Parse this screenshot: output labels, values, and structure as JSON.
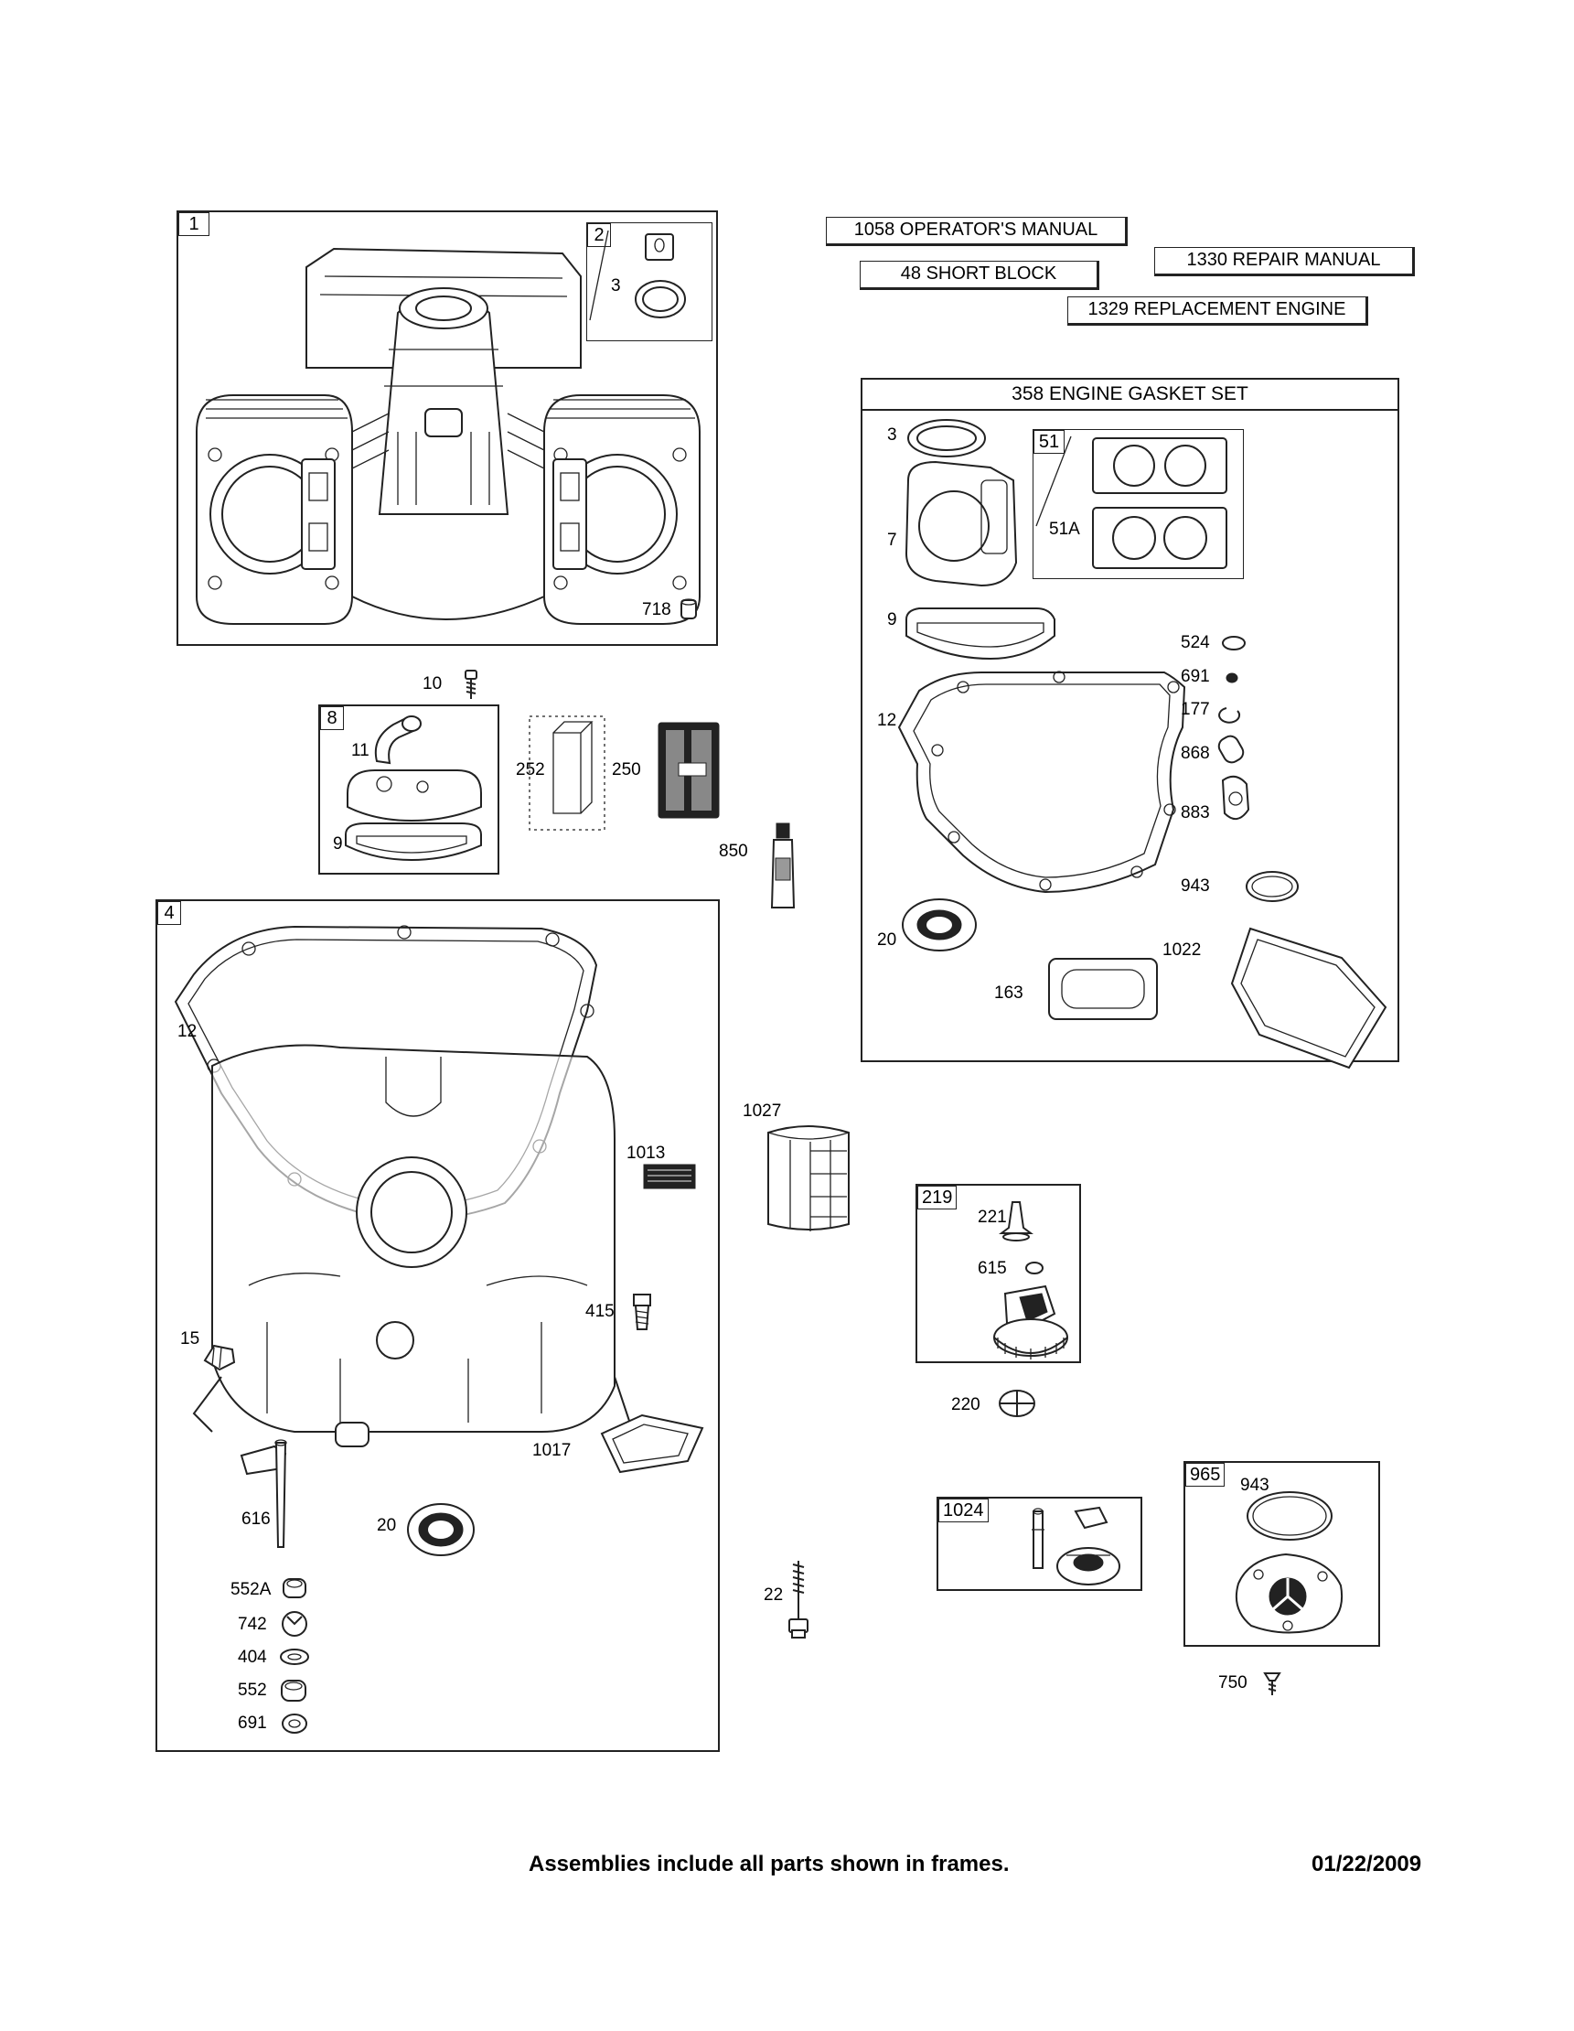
{
  "manuals": {
    "operators_manual": "1058 OPERATOR'S MANUAL",
    "short_block": "48 SHORT BLOCK",
    "repair_manual": "1330 REPAIR MANUAL",
    "replacement_engine": "1329 REPLACEMENT ENGINE"
  },
  "frame1": {
    "tag": "1",
    "subframe_tag": "2",
    "labels": {
      "p3": "3",
      "p718": "718"
    }
  },
  "frame8": {
    "tag": "8",
    "labels": {
      "p10": "10",
      "p11": "11",
      "p9": "9",
      "p252": "252",
      "p250": "250",
      "p850": "850"
    }
  },
  "gasket_set": {
    "title": "358 ENGINE GASKET SET",
    "subframe_tag": "51",
    "labels": {
      "p3": "3",
      "p7": "7",
      "p51a": "51A",
      "p9": "9",
      "p12": "12",
      "p20": "20",
      "p163": "163",
      "p524": "524",
      "p691": "691",
      "p177": "177",
      "p868": "868",
      "p883": "883",
      "p943": "943",
      "p1022": "1022"
    }
  },
  "frame4": {
    "tag": "4",
    "labels": {
      "p12": "12",
      "p1013": "1013",
      "p415": "415",
      "p15": "15",
      "p1017": "1017",
      "p616": "616",
      "p20": "20",
      "p552a": "552A",
      "p742": "742",
      "p404": "404",
      "p552": "552",
      "p691": "691"
    }
  },
  "loose": {
    "p1027": "1027",
    "p22": "22",
    "p220": "220",
    "p750": "750"
  },
  "frame219": {
    "tag": "219",
    "labels": {
      "p221": "221",
      "p615": "615"
    }
  },
  "frame1024": {
    "tag": "1024"
  },
  "frame965": {
    "tag": "965",
    "labels": {
      "p943": "943"
    }
  },
  "footer": {
    "note": "Assemblies include all parts shown in frames.",
    "date": "01/22/2009"
  }
}
